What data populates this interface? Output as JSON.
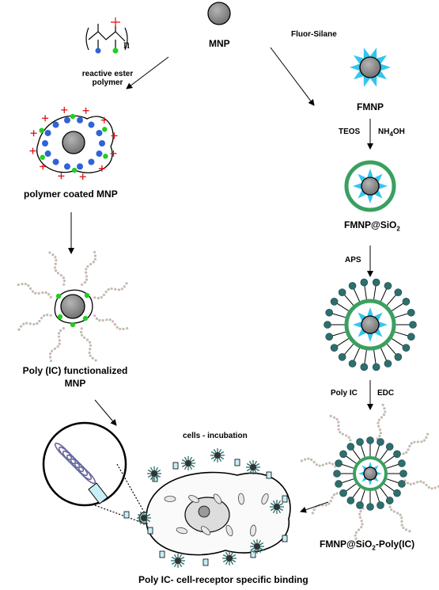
{
  "labels": {
    "mnp": "MNP",
    "reactive_ester": "reactive ester",
    "polymer_word": "polymer",
    "subscript_n": "n",
    "fluor_silane": "Fluor-Silane",
    "fmnp": "FMNP",
    "teos": "TEOS",
    "nh4oh_base": "NH",
    "nh4oh_sub": "4",
    "nh4oh_tail": "OH",
    "fmnp_sio2_base": "FMNP@SiO",
    "fmnp_sio2_sub": "2",
    "aps": "APS",
    "poly_ic_reagent": "Poly IC",
    "edc": "EDC",
    "final_base": "FMNP@SiO",
    "final_sub": "2",
    "final_tail": "-Poly(IC)",
    "polymer_coated": "polymer coated MNP",
    "poly_ic_functionalized_line1": "Poly (IC) functionalized",
    "poly_ic_functionalized_line2": "MNP",
    "cells_incubation": "cells - incubation",
    "binding": "Poly IC- cell-receptor specific binding"
  },
  "colors": {
    "particle": "#8a8a8a",
    "fluor": "#33c6ee",
    "silica": "#3aa060",
    "amine": "#2e6e6e",
    "ester_blue": "#2f63d6",
    "ester_green": "#22cc22",
    "ester_red": "#e01010",
    "dna": "#a8b89a"
  },
  "icons": [
    "mnp-particle-icon",
    "polymer-structure-icon",
    "fmnp-icon",
    "silica-shell-icon",
    "amine-functionalized-icon",
    "final-conjugate-icon",
    "cell-icon",
    "magnifier-icon"
  ]
}
